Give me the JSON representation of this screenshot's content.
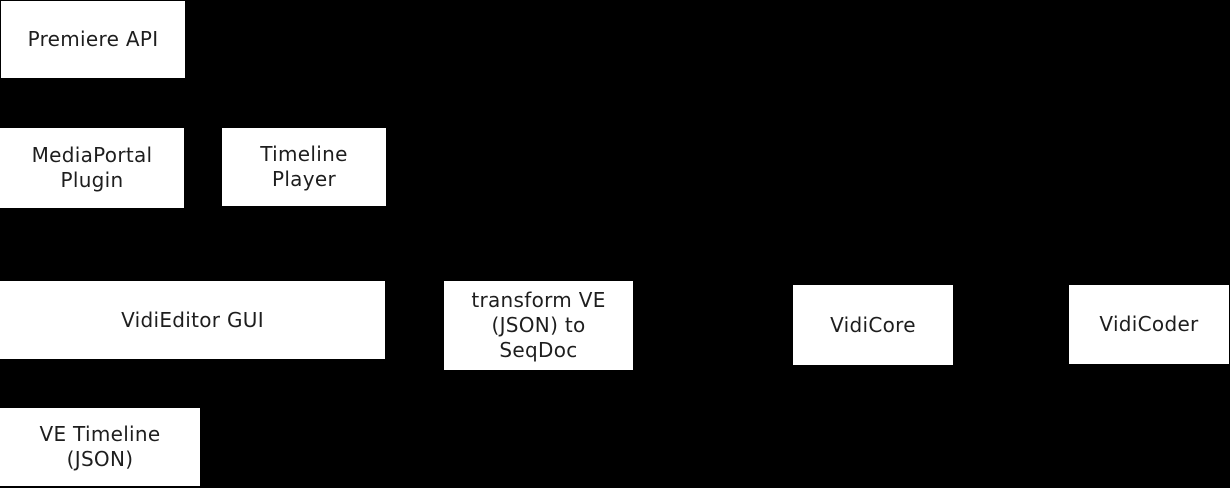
{
  "page": {
    "background_color": "#000000"
  },
  "diagram": {
    "node_fill_color": "#ffffff",
    "node_text_color": "#1e1e1e",
    "nodes": [
      {
        "id": "premiere-api",
        "label": "Premiere API"
      },
      {
        "id": "mediaportal-plugin",
        "label": "MediaPortal Plugin"
      },
      {
        "id": "timeline-player",
        "label": "Timeline Player"
      },
      {
        "id": "vidieditor-gui",
        "label": "VidiEditor GUI"
      },
      {
        "id": "transform-ve",
        "label": "transform VE (JSON) to SeqDoc"
      },
      {
        "id": "vidicore",
        "label": "VidiCore"
      },
      {
        "id": "vidicoder",
        "label": "VidiCoder"
      },
      {
        "id": "ve-timeline-json",
        "label": "VE Timeline (JSON)"
      }
    ]
  }
}
